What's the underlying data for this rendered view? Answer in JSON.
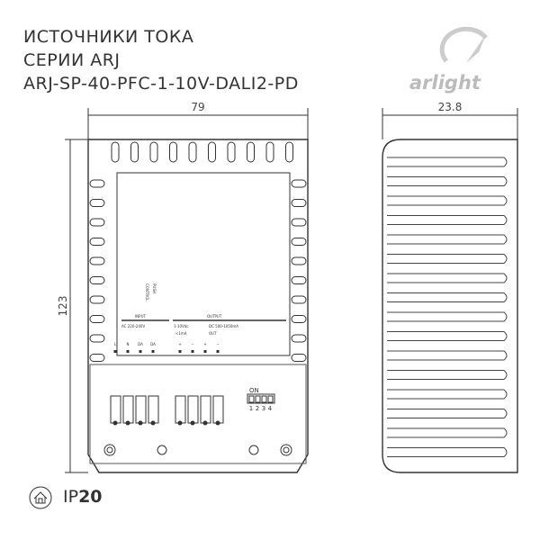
{
  "title": {
    "line1": "ИСТОЧНИКИ ТОКА",
    "line2": "СЕРИИ ARJ",
    "line3": "ARJ-SP-40-PFC-1-10V-DALI2-PD"
  },
  "brand": "arlight",
  "dimensions": {
    "width": "79",
    "height": "123",
    "depth": "23.8"
  },
  "label_panel": {
    "input": "INPUT",
    "input_range": "AC 220-240V",
    "output": "OUTPUT",
    "output_range": "DC 500-1050mA",
    "dim": "1-10Vdc",
    "dim_current": "<1mA",
    "out": "OUT",
    "push": "PUSH",
    "control": "CONTROL",
    "terminals": [
      "L",
      "N",
      "DA",
      "DA",
      "+",
      "−",
      "+",
      "−"
    ],
    "dip_on": "ON",
    "dip_numbers": [
      "1",
      "2",
      "3",
      "4"
    ]
  },
  "protection": {
    "prefix": "IP",
    "value": "20"
  },
  "icons": {
    "house": "house-icon",
    "logo": "arlight-logo"
  }
}
